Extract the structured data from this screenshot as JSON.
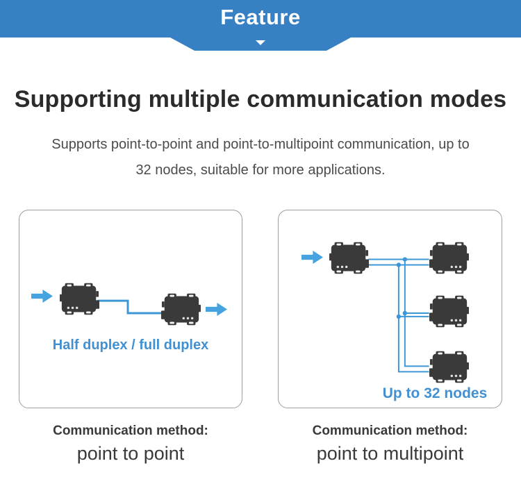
{
  "banner": {
    "title": "Feature",
    "background_color": "#3780c3",
    "chevron_icon": "down-chevron-icon"
  },
  "heading": "Supporting multiple communication modes",
  "subtitle": {
    "lines": [
      "Supports point-to-point and point-to-multipoint communication, up to",
      "32 nodes, suitable for more applications."
    ]
  },
  "panels": {
    "left": {
      "diagram_label": "Half duplex / full duplex",
      "device_count": 2,
      "icons": [
        "arrow-right-icon",
        "device-icon",
        "connection-line",
        "device-icon",
        "arrow-right-icon"
      ],
      "caption_title": "Communication method:",
      "caption_value": "point to point"
    },
    "right": {
      "diagram_label": "Up to 32 nodes",
      "device_count": 4,
      "icons": [
        "arrow-right-icon",
        "device-icon",
        "bus-connection-lines",
        "device-icon",
        "device-icon",
        "device-icon"
      ],
      "caption_title": "Communication method:",
      "caption_value": "point to multipoint"
    }
  },
  "colors": {
    "banner_blue": "#3780c3",
    "arrow_blue": "#45a3e0",
    "line_blue": "#3d97d6",
    "label_blue": "#4190d1",
    "heading_text": "#2b2b2b",
    "subtitle_text": "#4b4b4b",
    "caption_text": "#3a3a3a",
    "device_body": "#3a3a3a",
    "panel_border": "#9e9e9e"
  }
}
